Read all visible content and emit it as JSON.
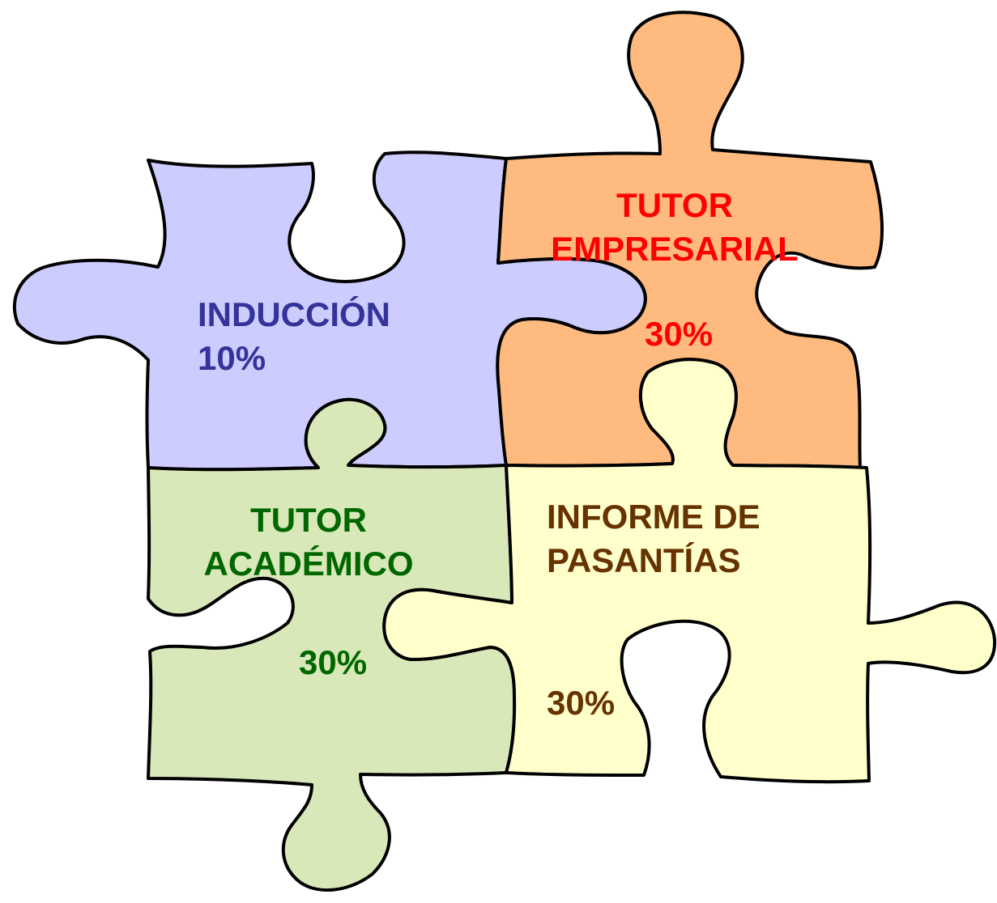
{
  "pieces": [
    {
      "id": "induccion",
      "title_lines": [
        "INDUCCIÓN"
      ],
      "percent": "10%",
      "fill": "#ccccff",
      "text_color": "#333399"
    },
    {
      "id": "tutor-empresarial",
      "title_lines": [
        "TUTOR",
        "EMPRESARIAL"
      ],
      "percent": "30%",
      "fill": "#ffbb7f",
      "text_color": "#ff0000"
    },
    {
      "id": "tutor-academico",
      "title_lines": [
        "TUTOR",
        "ACADÉMICO"
      ],
      "percent": "30%",
      "fill": "#d9e8b8",
      "text_color": "#006600"
    },
    {
      "id": "informe-pasantias",
      "title_lines": [
        "INFORME DE",
        "PASANTÍAS"
      ],
      "percent": "30%",
      "fill": "#ffffcc",
      "text_color": "#663300"
    }
  ]
}
